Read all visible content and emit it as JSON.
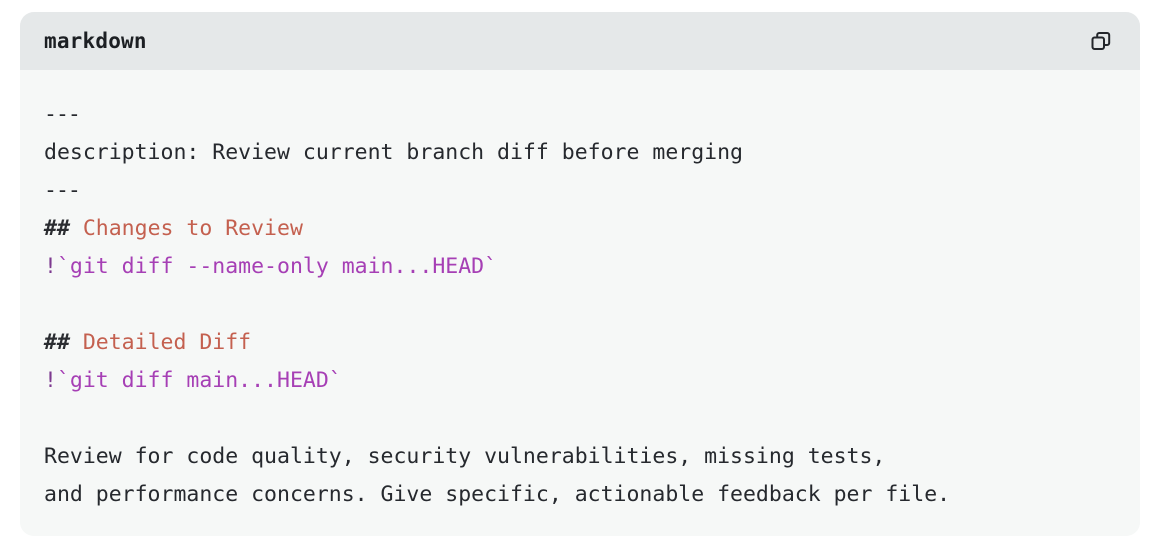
{
  "card": {
    "language_label": "markdown",
    "copy_icon": "copy-icon",
    "header_bg": "#e5e8e9",
    "body_bg": "#f6f8f7",
    "heading_color": "#c4604f",
    "code_color": "#a63fb5",
    "text_color": "#26292e"
  },
  "lines": {
    "frontmatter_open": "---",
    "description": "description: Review current branch diff before merging",
    "frontmatter_close": "---",
    "heading1_marker": "## ",
    "heading1_text": "Changes to Review",
    "command1_bang": "!",
    "command1_code": "`git diff --name-only main...HEAD`",
    "heading2_marker": "## ",
    "heading2_text": "Detailed Diff",
    "command2_bang": "!",
    "command2_code": "`git diff main...HEAD`",
    "paragraph_line1": "Review for code quality, security vulnerabilities, missing tests,",
    "paragraph_line2": "and performance concerns. Give specific, actionable feedback per file."
  }
}
